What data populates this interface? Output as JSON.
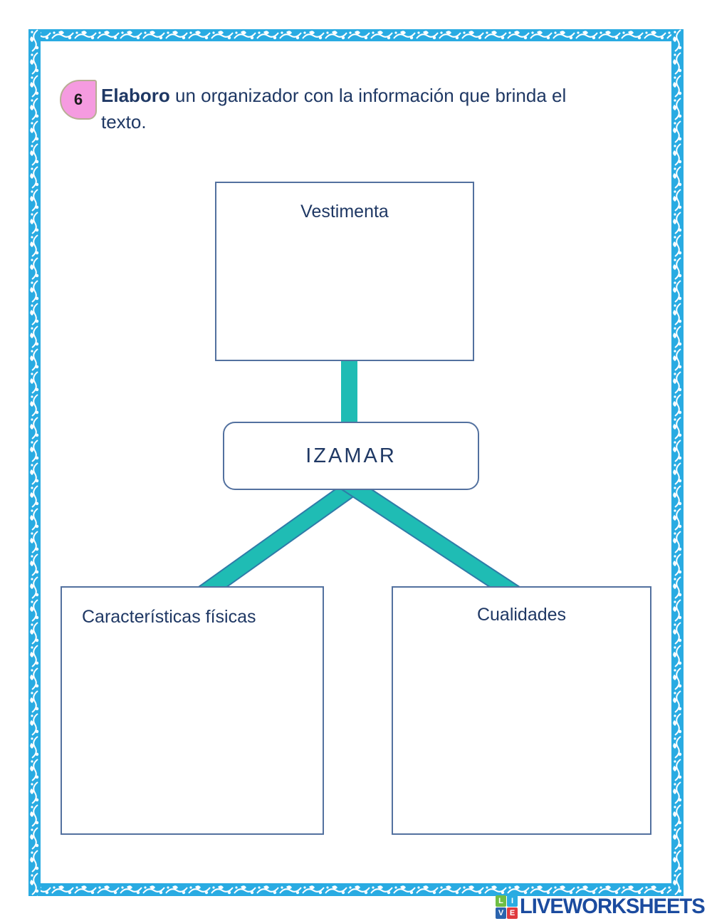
{
  "colors": {
    "border_blue": "#29abe2",
    "box_border": "#53719f",
    "text_navy": "#1f3864",
    "connector_teal": "#1fbcb4",
    "connector_edge": "#2f7ba8",
    "badge_pink": "#f59be0",
    "badge_border": "#b8ae94",
    "brand_blue": "#1b4b9f"
  },
  "instruction": {
    "number": "6",
    "lead_bold": "Elaboro",
    "line1_rest": " un organizador con la información que brinda el",
    "line2": "texto."
  },
  "organizer": {
    "top_box_label": "Vestimenta",
    "center_box_label": "IZAMAR",
    "left_box_label": "Características físicas",
    "right_box_label": "Cualidades"
  },
  "footer": {
    "brand": "LIVEWORKSHEETS",
    "logo_squares": [
      {
        "letter": "L",
        "color": "#6fbe44"
      },
      {
        "letter": "I",
        "color": "#2bace2"
      },
      {
        "letter": "V",
        "color": "#2b63ad"
      },
      {
        "letter": "E",
        "color": "#e03a3e"
      }
    ]
  }
}
